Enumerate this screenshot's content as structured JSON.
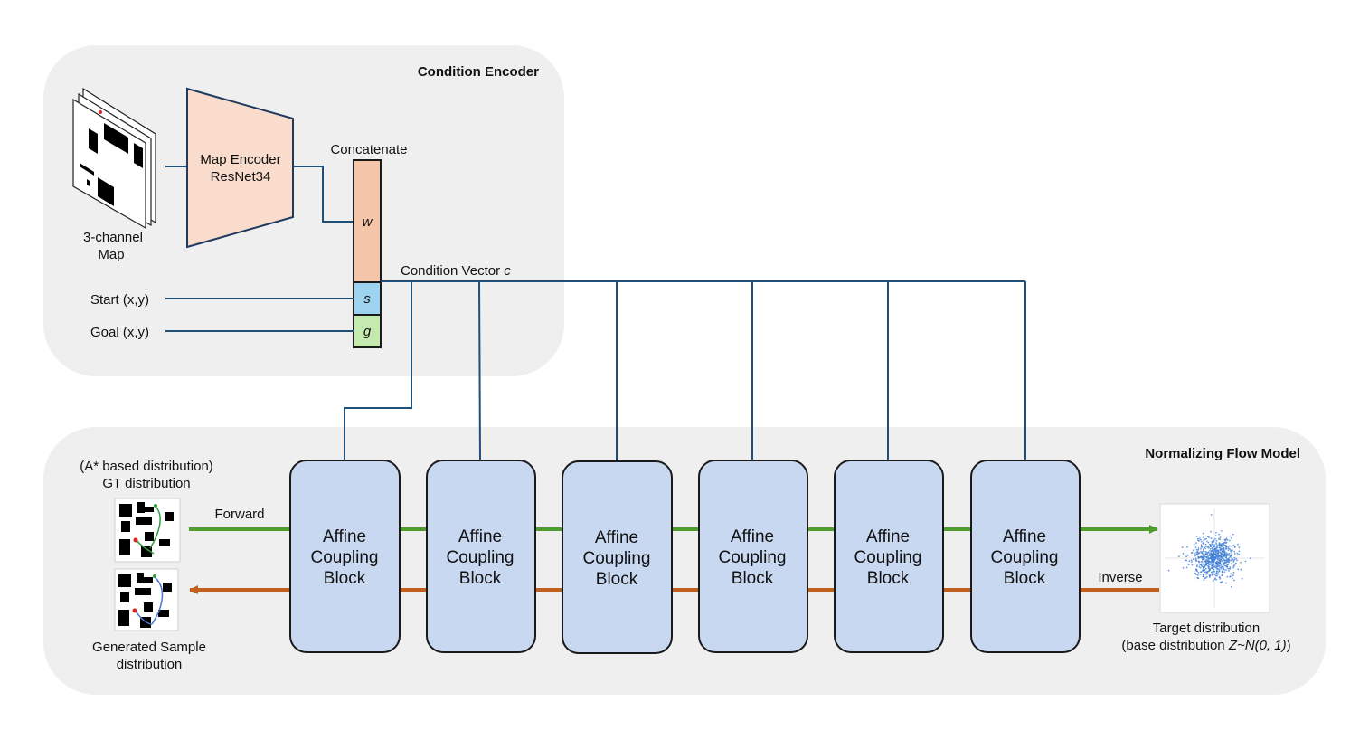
{
  "condition_encoder": {
    "title": "Condition Encoder",
    "map_label_line1": "3-channel",
    "map_label_line2": "Map",
    "encoder_line1": "Map Encoder",
    "encoder_line2": "ResNet34",
    "concatenate": "Concatenate",
    "w_symbol": "w",
    "s_symbol": "s",
    "g_symbol": "g",
    "start_label": "Start (x,y)",
    "goal_label": "Goal (x,y)",
    "condition_vector_label": "Condition Vector",
    "condition_vector_symbol": "c"
  },
  "flow_model": {
    "title": "Normalizing Flow Model",
    "gt_line1": "(A* based distribution)",
    "gt_line2": "GT distribution",
    "generated_line1": "Generated Sample",
    "generated_line2": "distribution",
    "forward_label": "Forward",
    "inverse_label": "Inverse",
    "target_line1": "Target distribution",
    "target_line2_prefix": "(base distribution ",
    "target_line2_math": "Z~N(0, 1)",
    "target_line2_suffix": ")",
    "blocks": [
      {
        "line1": "Affine",
        "line2": "Coupling",
        "line3": "Block"
      },
      {
        "line1": "Affine",
        "line2": "Coupling",
        "line3": "Block"
      },
      {
        "line1": "Affine",
        "line2": "Coupling",
        "line3": "Block"
      },
      {
        "line1": "Affine",
        "line2": "Coupling",
        "line3": "Block"
      },
      {
        "line1": "Affine",
        "line2": "Coupling",
        "line3": "Block"
      },
      {
        "line1": "Affine",
        "line2": "Coupling",
        "line3": "Block"
      }
    ]
  },
  "colors": {
    "panel_bg": "#efefef",
    "connector": "#1f4e79",
    "encoder_fill": "#f9dccc",
    "w_fill": "#f4c5a8",
    "s_fill": "#9dd3ef",
    "g_fill": "#c4eab0",
    "block_fill": "#c9d8f1",
    "forward_arrow": "#4e9e2e",
    "inverse_arrow": "#c0601e",
    "scatter_point": "#3a7bd5"
  }
}
